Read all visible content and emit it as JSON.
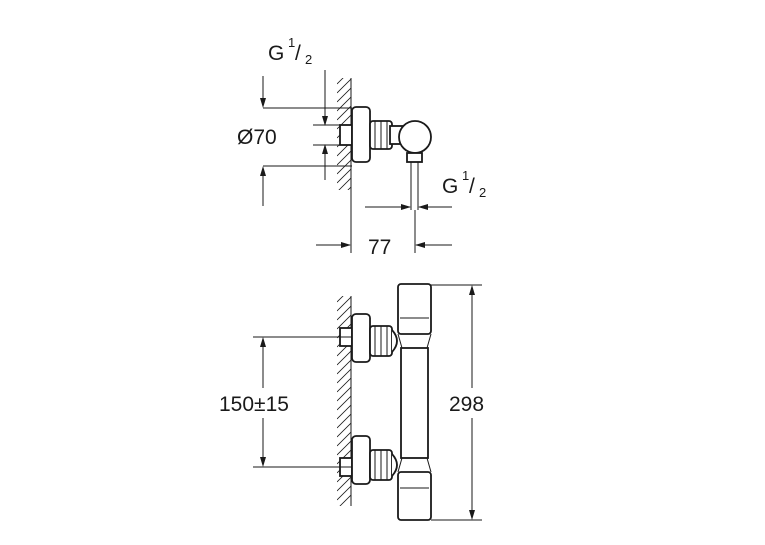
{
  "top_view": {
    "inlet_thread_main": "G",
    "inlet_thread_num": "1",
    "inlet_thread_den": "2",
    "diameter_label": "Ø70",
    "outlet_thread_main": "G",
    "outlet_thread_num": "1",
    "outlet_thread_den": "2",
    "projection_label": "77"
  },
  "front_view": {
    "centers_label": "150±15",
    "height_label": "298"
  }
}
